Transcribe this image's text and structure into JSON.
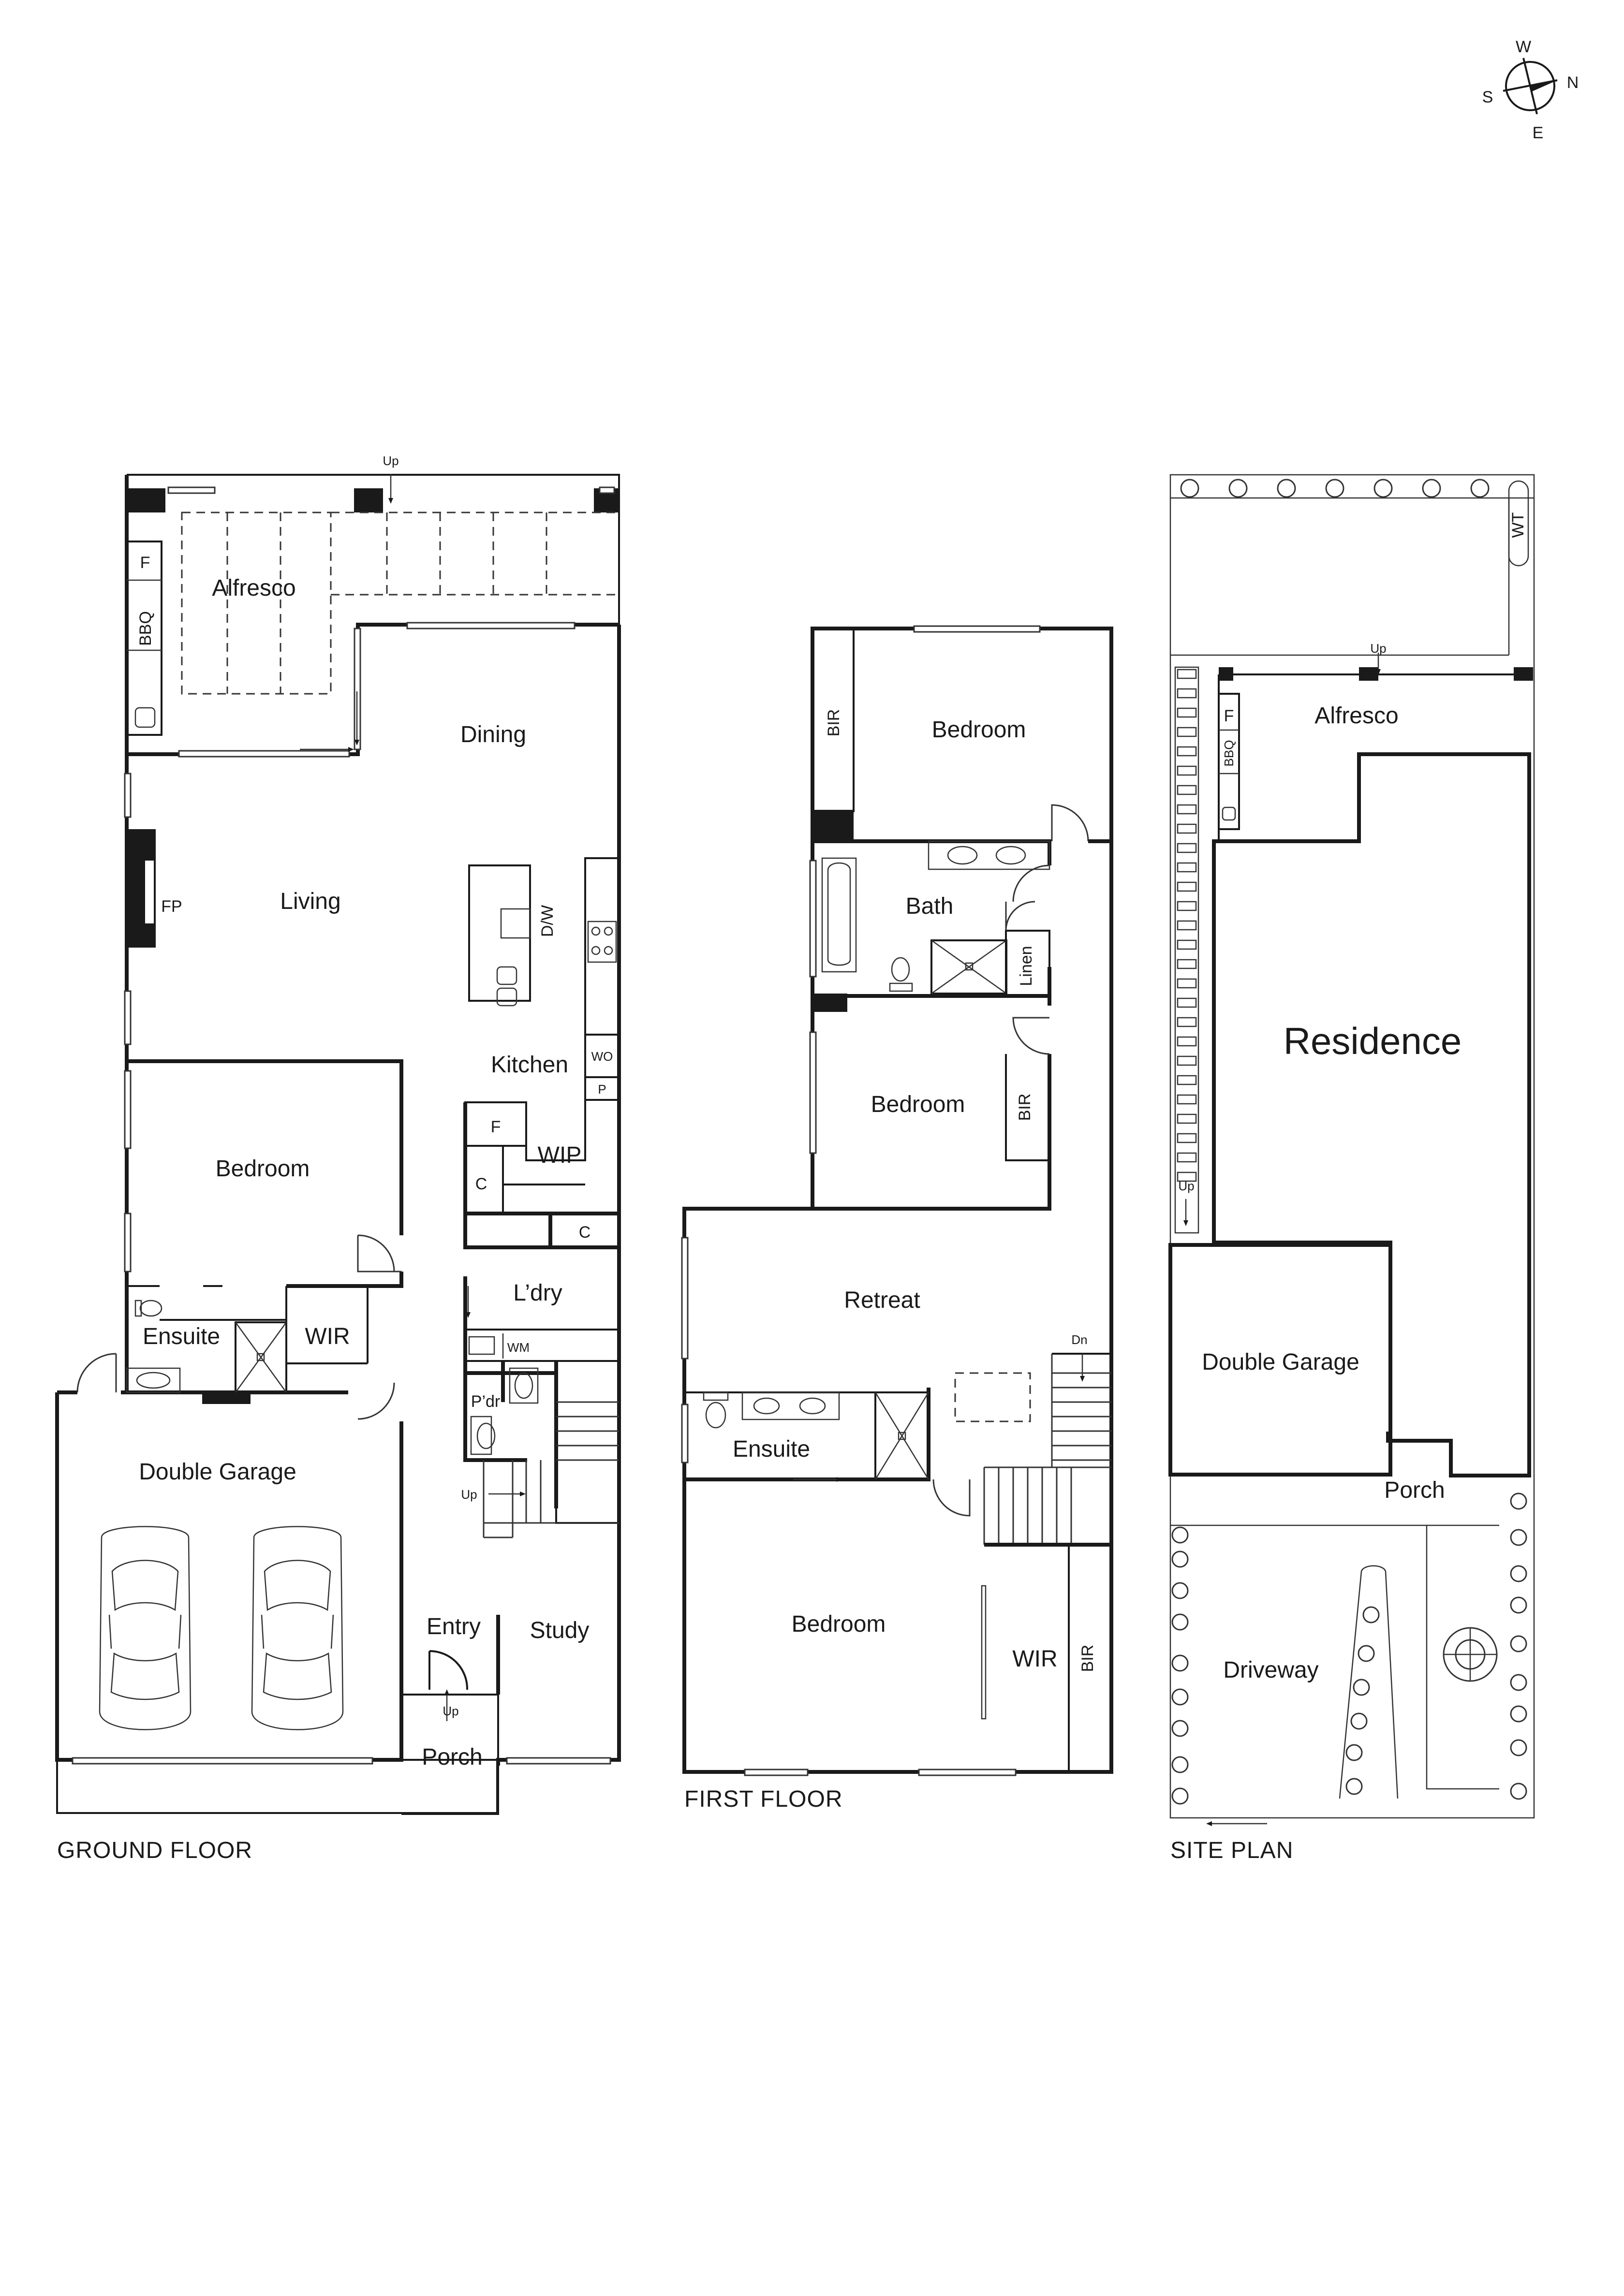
{
  "compass": {
    "w": "W",
    "n": "N",
    "s": "S",
    "e": "E"
  },
  "ground_floor": {
    "caption": "GROUND FLOOR",
    "rooms": {
      "alfresco": "Alfresco",
      "dining": "Dining",
      "living": "Living",
      "kitchen": "Kitchen",
      "bedroom": "Bedroom",
      "ensuite": "Ensuite",
      "wir": "WIR",
      "wip": "WIP",
      "laundry": "L’dry",
      "powder": "P’dr",
      "double_garage": "Double Garage",
      "entry": "Entry",
      "study": "Study",
      "porch": "Porch"
    },
    "fixtures": {
      "f1": "F",
      "bbq": "BBQ",
      "fp": "FP",
      "dw": "D/W",
      "wo": "WO",
      "p": "P",
      "f2": "F",
      "c1": "C",
      "c2": "C",
      "wm": "WM"
    },
    "stairs": {
      "up1": "Up",
      "up2": "Up",
      "up3": "Up"
    }
  },
  "first_floor": {
    "caption": "FIRST FLOOR",
    "rooms": {
      "bedroom1": "Bedroom",
      "bath": "Bath",
      "bedroom2": "Bedroom",
      "retreat": "Retreat",
      "ensuite": "Ensuite",
      "bedroom3": "Bedroom",
      "wir": "WIR"
    },
    "fixtures": {
      "bir1": "BIR",
      "linen": "Linen",
      "bir2": "BIR",
      "bir3": "BIR"
    },
    "stairs": {
      "dn": "Dn"
    }
  },
  "site_plan": {
    "caption": "SITE PLAN",
    "labels": {
      "wt": "WT",
      "up": "Up",
      "up2": "Up",
      "alfresco": "Alfresco",
      "f": "F",
      "bbq": "BBQ",
      "residence": "Residence",
      "double_garage": "Double Garage",
      "porch": "Porch",
      "driveway": "Driveway"
    }
  }
}
